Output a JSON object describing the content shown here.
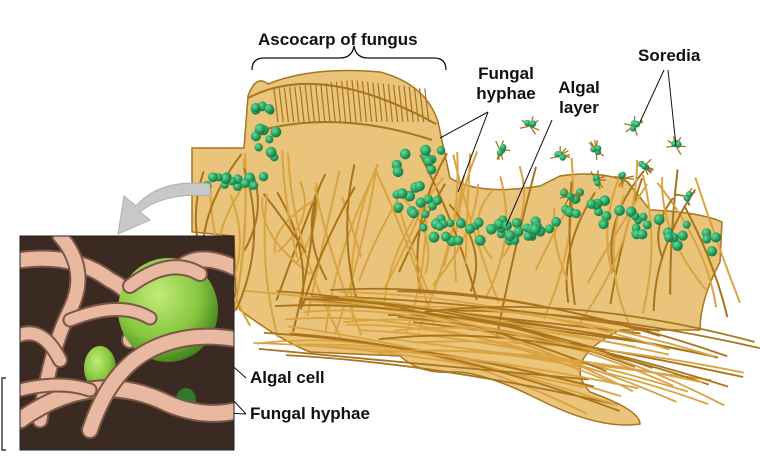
{
  "labels": {
    "ascocarp": "Ascocarp of fungus",
    "fungal_hyphae_top_line1": "Fungal",
    "fungal_hyphae_top_line2": "hyphae",
    "algal_layer_line1": "Algal",
    "algal_layer_line2": "layer",
    "soredia": "Soredia",
    "algal_cell": "Algal cell",
    "fungal_hyphae_bottom": "Fungal hyphae"
  },
  "colors": {
    "hyphae": "#d9a441",
    "hyphae_dark": "#a9741c",
    "algae": "#1f9a55",
    "algae_light": "#3fc27a",
    "micrograph_bg": "#3b2a22",
    "micrograph_hyphae": "#e8b9a0",
    "micrograph_algal_cell": "#8fd048",
    "arrow": "#c8c8c8"
  }
}
